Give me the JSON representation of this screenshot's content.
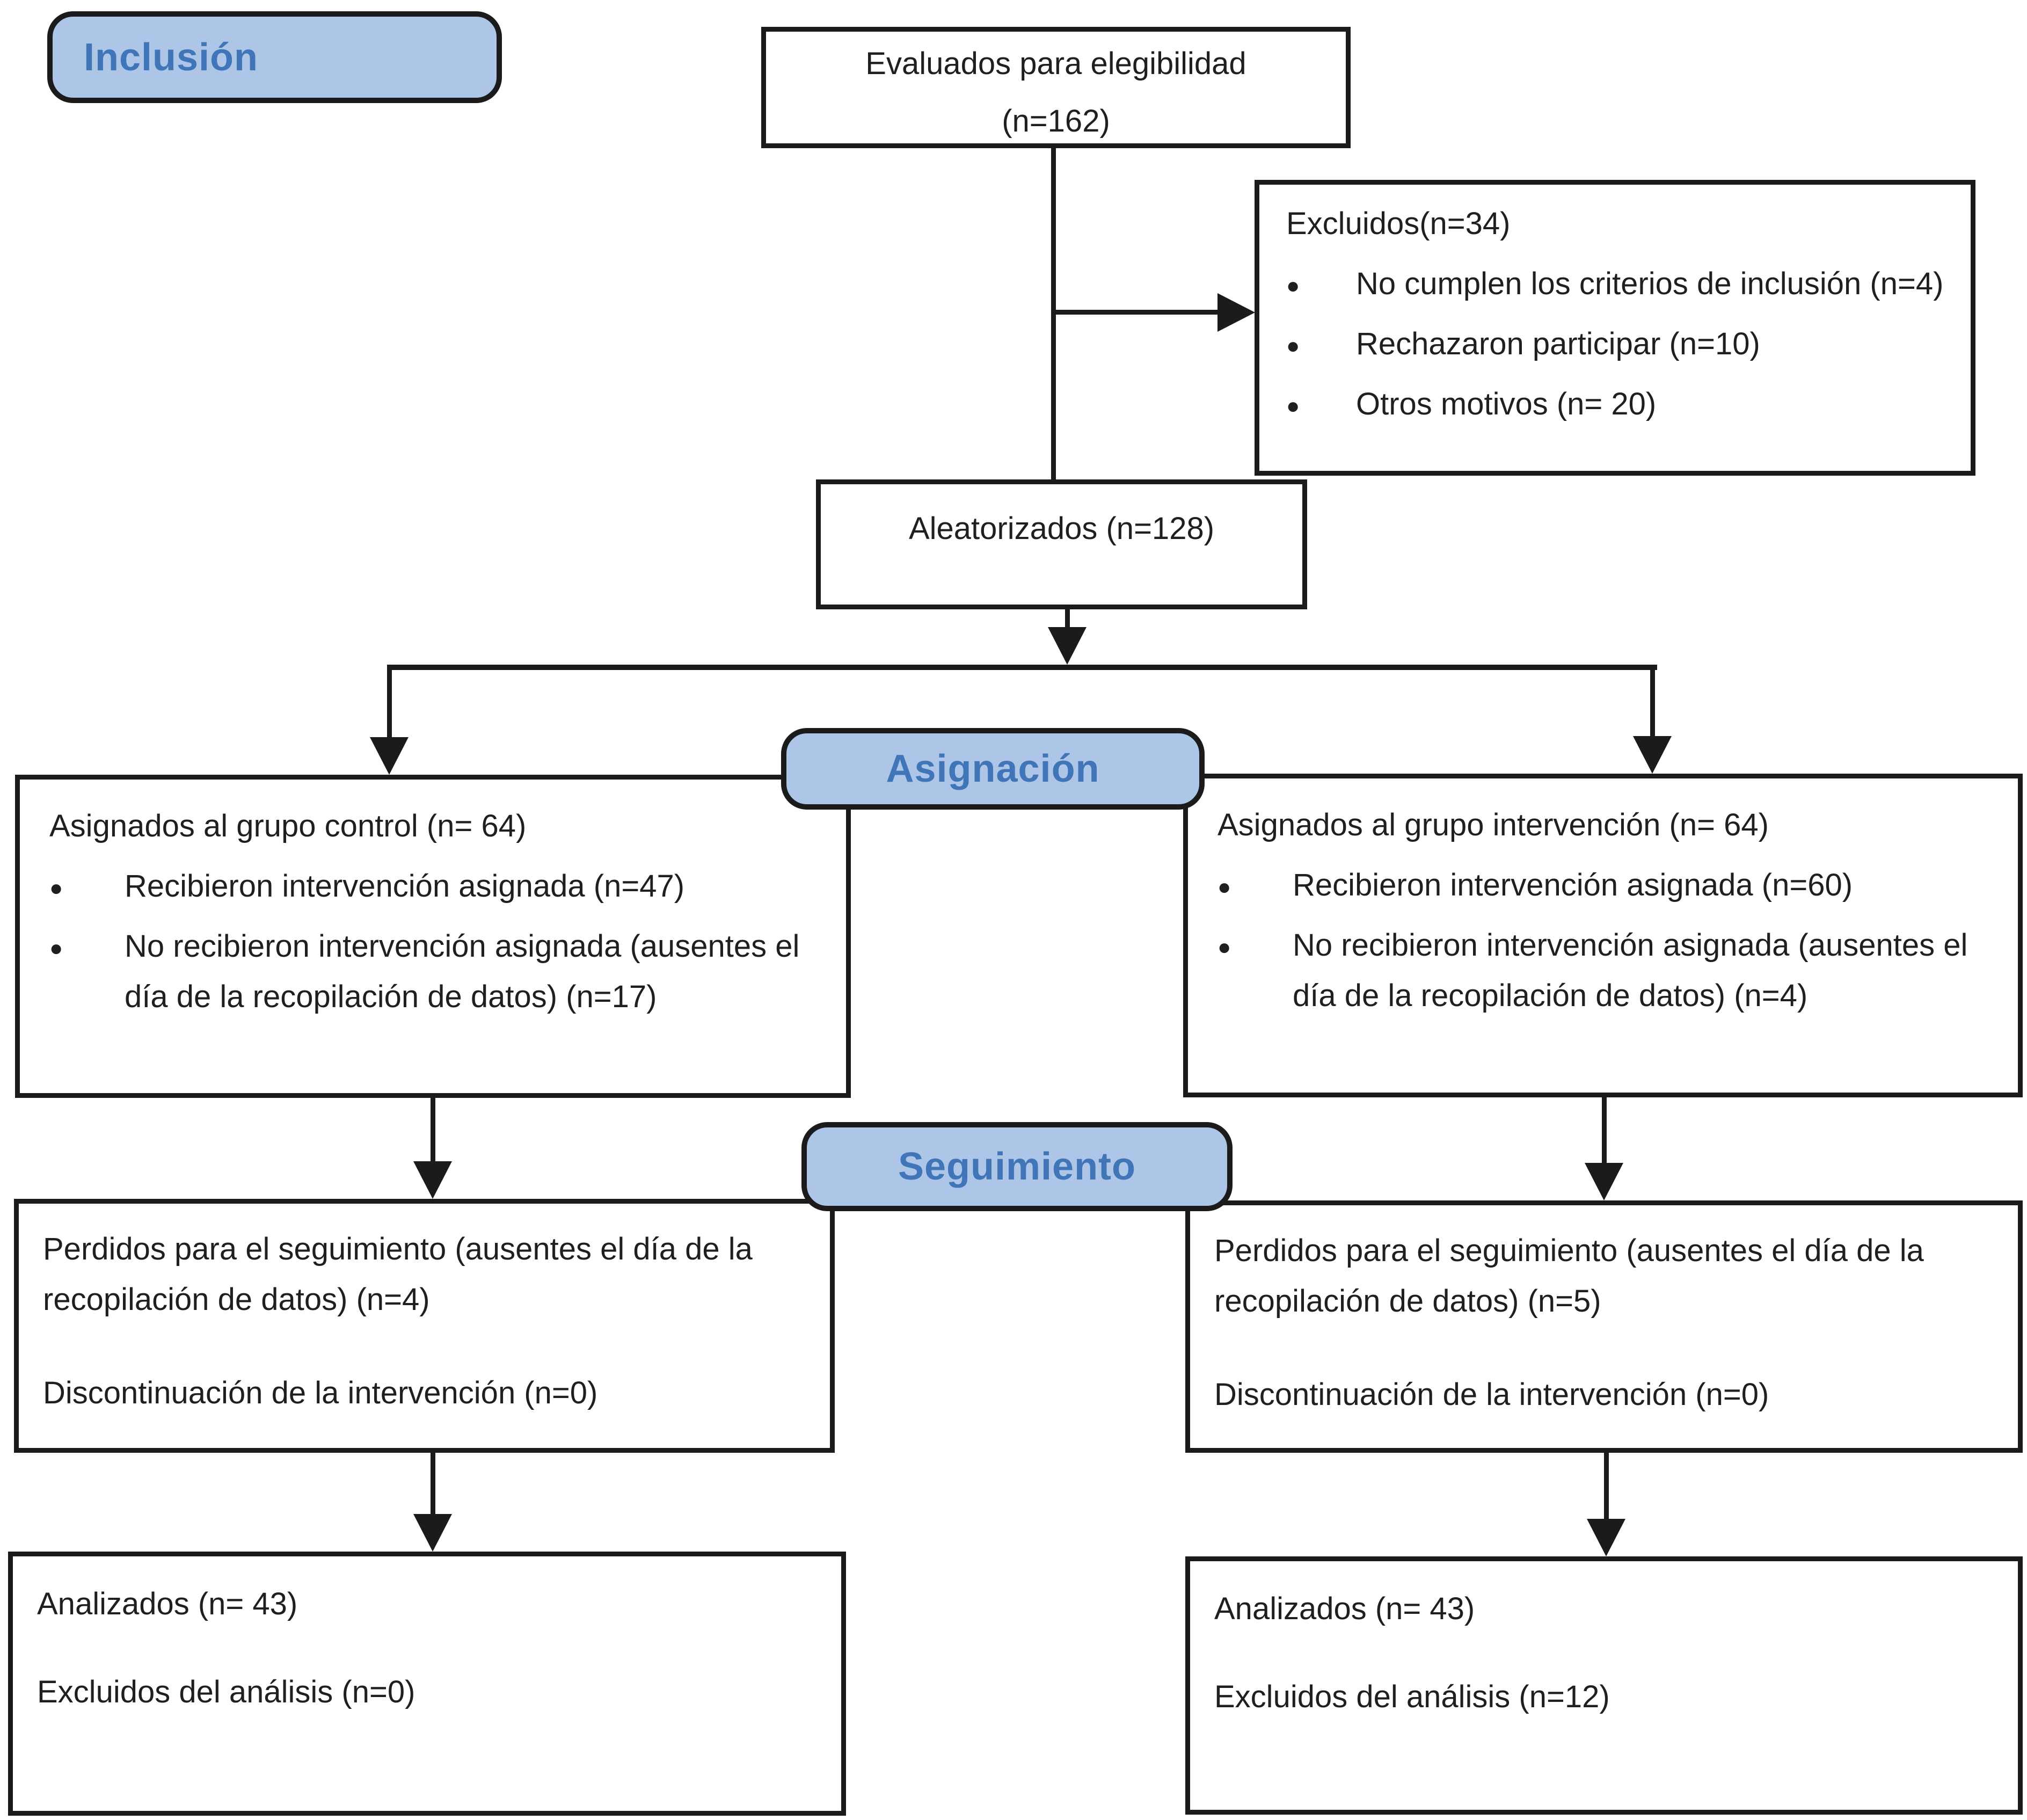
{
  "colors": {
    "stage_fill": "#adc5e7",
    "stage_text": "#4076b8",
    "border": "#1b1b1b"
  },
  "glyphs": {
    "bullet": "●"
  },
  "stages": {
    "inclusion": "Inclusión",
    "allocation": "Asignación",
    "followup": "Seguimiento"
  },
  "boxes": {
    "eligibility": {
      "line1": "Evaluados para elegibilidad",
      "line2": "(n=162)"
    },
    "excluded": {
      "title": "Excluidos(n=34)",
      "bullets": [
        "No cumplen los criterios de inclusión (n=4)",
        "Rechazaron participar (n=10)",
        "Otros motivos (n= 20)"
      ]
    },
    "randomized": {
      "label": "Aleatorizados (n=128)"
    },
    "control_group": {
      "title": "Asignados al grupo control (n= 64)",
      "bullets": [
        "Recibieron intervención asignada (n=47)",
        "No recibieron intervención asignada (ausentes el día de la recopilación de datos) (n=17)"
      ]
    },
    "intervention_group": {
      "title": "Asignados al grupo intervención (n= 64)",
      "bullets": [
        "Recibieron intervención asignada (n=60)",
        "No recibieron intervención asignada (ausentes el día de la recopilación de datos) (n=4)"
      ]
    },
    "control_followup": {
      "line1": "Perdidos para el seguimiento (ausentes el día de la recopilación de datos) (n=4)",
      "line2": "Discontinuación de la intervención (n=0)"
    },
    "intervention_followup": {
      "line1": "Perdidos para el seguimiento (ausentes el día de la recopilación de datos) (n=5)",
      "line2": "Discontinuación de la intervención (n=0)"
    },
    "control_analysis": {
      "line1": "Analizados (n= 43)",
      "line2": "Excluidos del análisis (n=0)"
    },
    "intervention_analysis": {
      "line1": "Analizados (n= 43)",
      "line2": "Excluidos del análisis (n=12)"
    }
  }
}
